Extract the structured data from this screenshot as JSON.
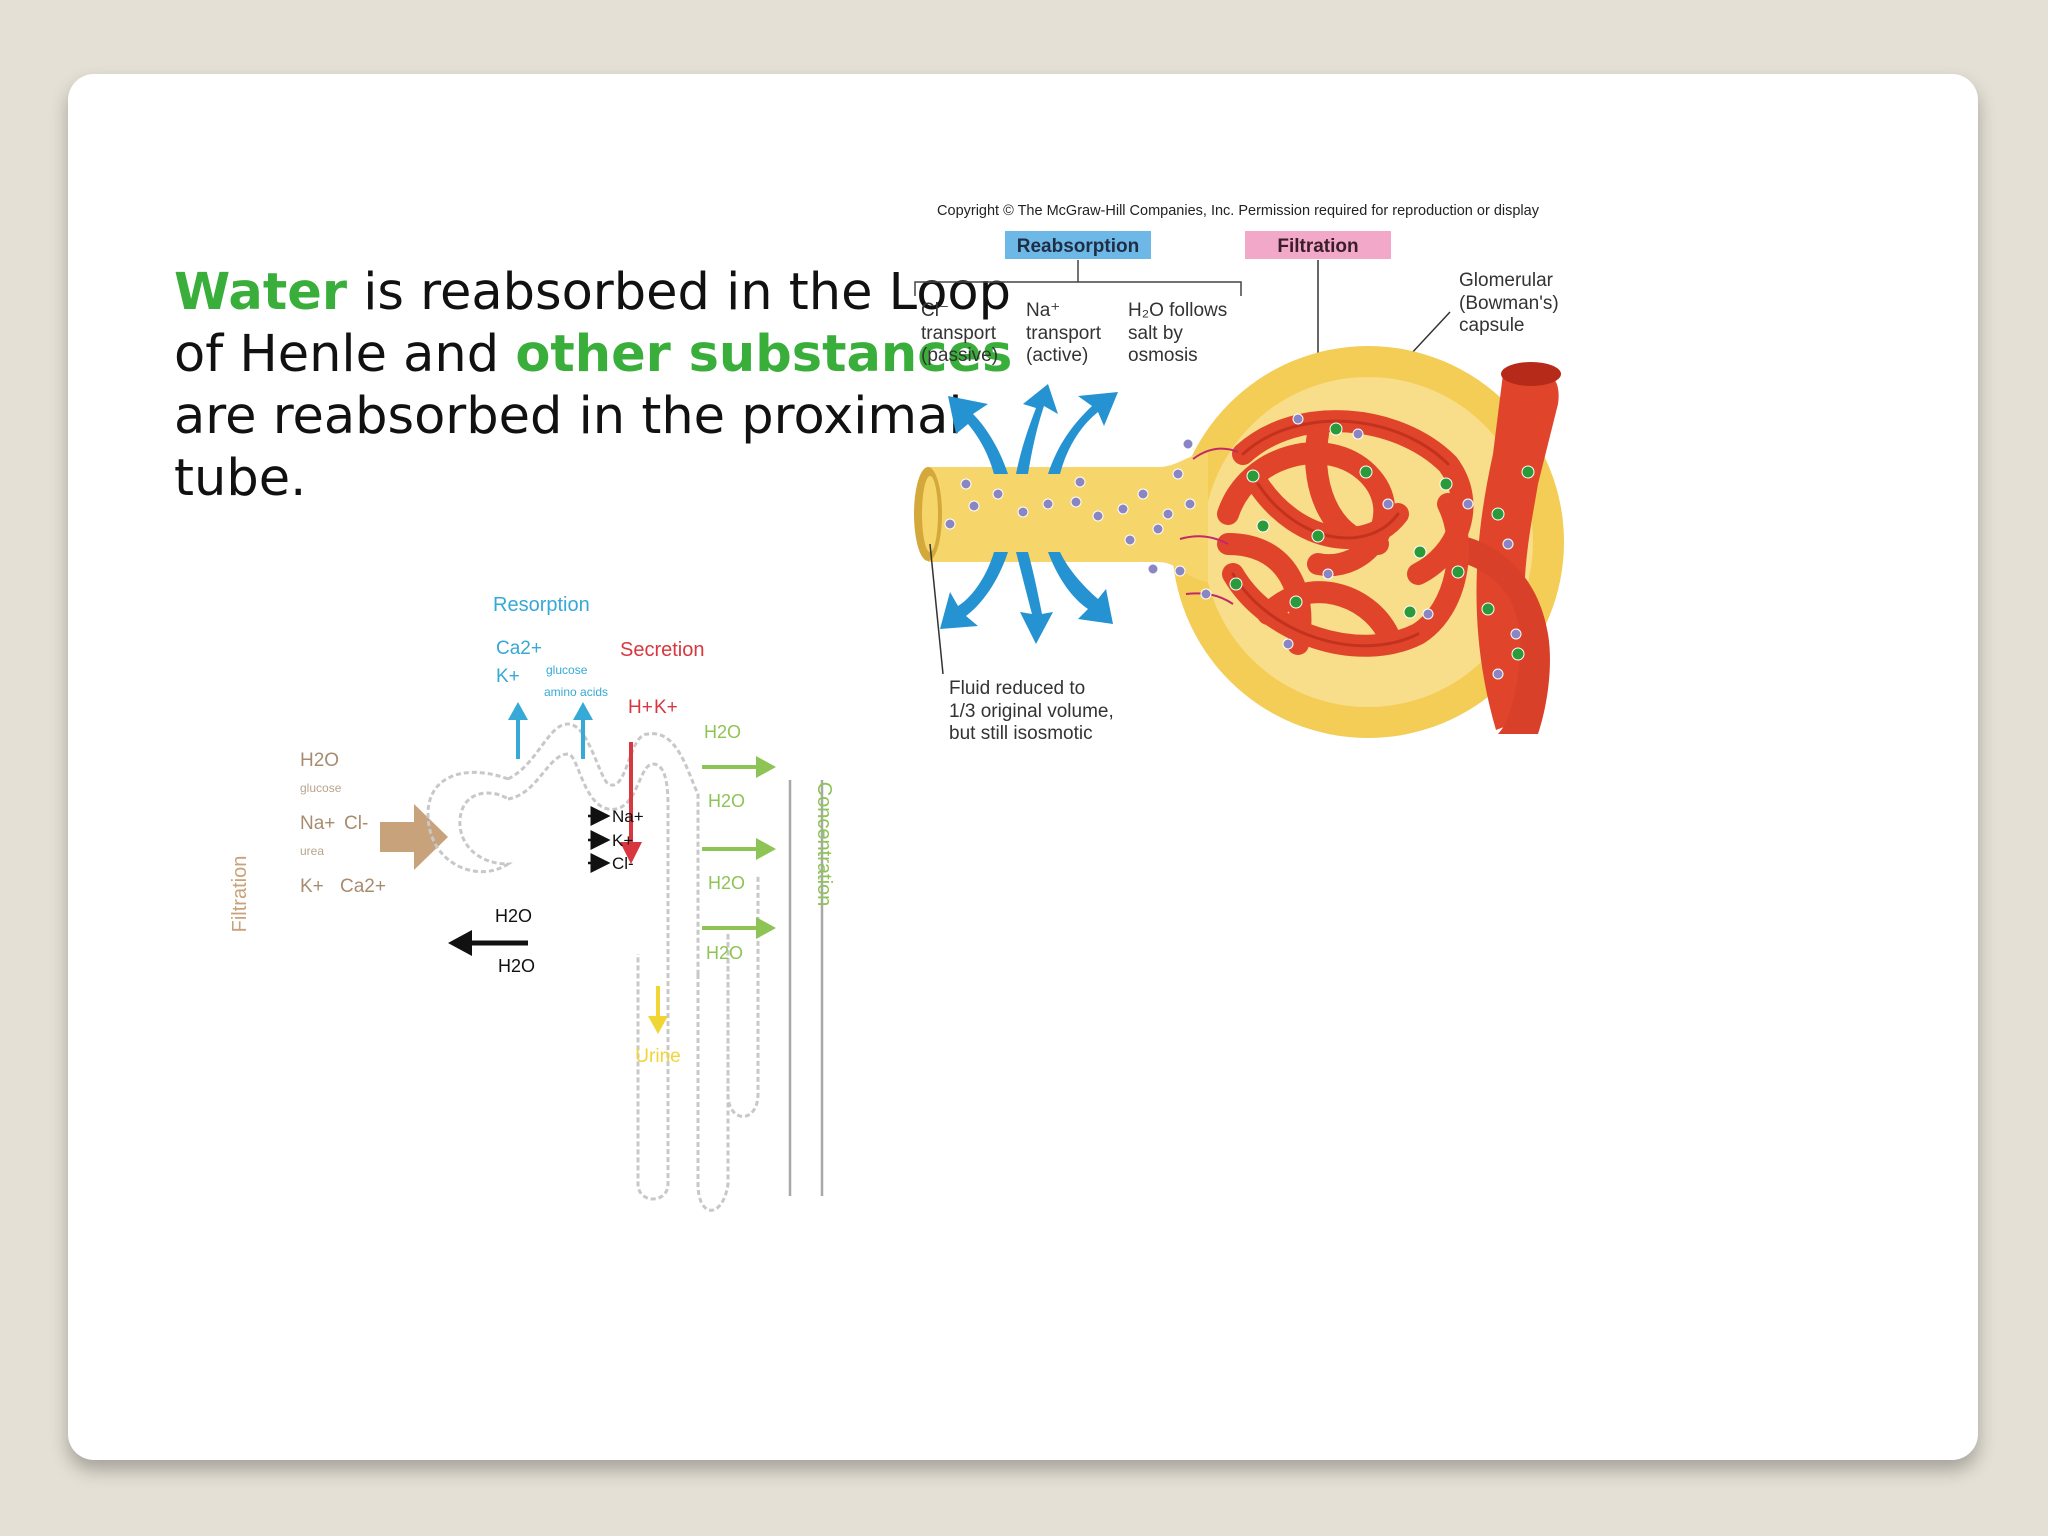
{
  "slide": {
    "text": {
      "part1_hl": "Water",
      "part2": " is reabsorbed in the Loop of Henle and ",
      "part3_hl": "other substances",
      "part4": " are reabsorbed in the proximal tube."
    }
  },
  "nephron": {
    "filtration": "Filtration",
    "filt_h2o": "H2O",
    "filt_glucose": "glucose",
    "filt_na": "Na+",
    "filt_cl": "Cl-",
    "filt_urea": "urea",
    "filt_k": "K+",
    "filt_ca": "Ca2+",
    "resorption": "Resorption",
    "res_ca": "Ca2+",
    "res_k": "K+",
    "res_glucose": "glucose",
    "res_amino": "amino acids",
    "secretion": "Secretion",
    "sec_h": "H+",
    "sec_k": "K+",
    "loop_na": "Na+",
    "loop_k": "K+",
    "loop_cl": "Cl-",
    "left_h2o_1": "H2O",
    "left_h2o_2": "H2O",
    "conc_h2o_1": "H2O",
    "conc_h2o_2": "H2O",
    "conc_h2o_3": "H2O",
    "conc_h2o_4": "H2O",
    "concentration": "Concentration",
    "urine": "Urine"
  },
  "glomerulus": {
    "copyright": "Copyright © The McGraw-Hill Companies, Inc. Permission required for reproduction or display",
    "reabsorption": "Reabsorption",
    "filtration": "Filtration",
    "cl_line1": "Cl⁻",
    "cl_line2": "transport",
    "cl_line3": "(passive)",
    "na_line1": "Na⁺",
    "na_line2": "transport",
    "na_line3": "(active)",
    "h2o_line1": "H₂O follows",
    "h2o_line2": "salt by",
    "h2o_line3": "osmosis",
    "capsule_line1": "Glomerular",
    "capsule_line2": "(Bowman's)",
    "capsule_line3": "capsule",
    "fluid_line1": "Fluid reduced to",
    "fluid_line2": "1/3 original volume,",
    "fluid_line3": "but still isosmotic"
  },
  "colors": {
    "highlight": "#3aae3a",
    "resorption": "#36a9d6",
    "secretion": "#d8373f",
    "filtration": "#c7a27a",
    "concentration": "#8ec356",
    "urine": "#f1d534",
    "reabsorption_box": "#6eb8e8",
    "filtration_box": "#f2a8c8"
  }
}
